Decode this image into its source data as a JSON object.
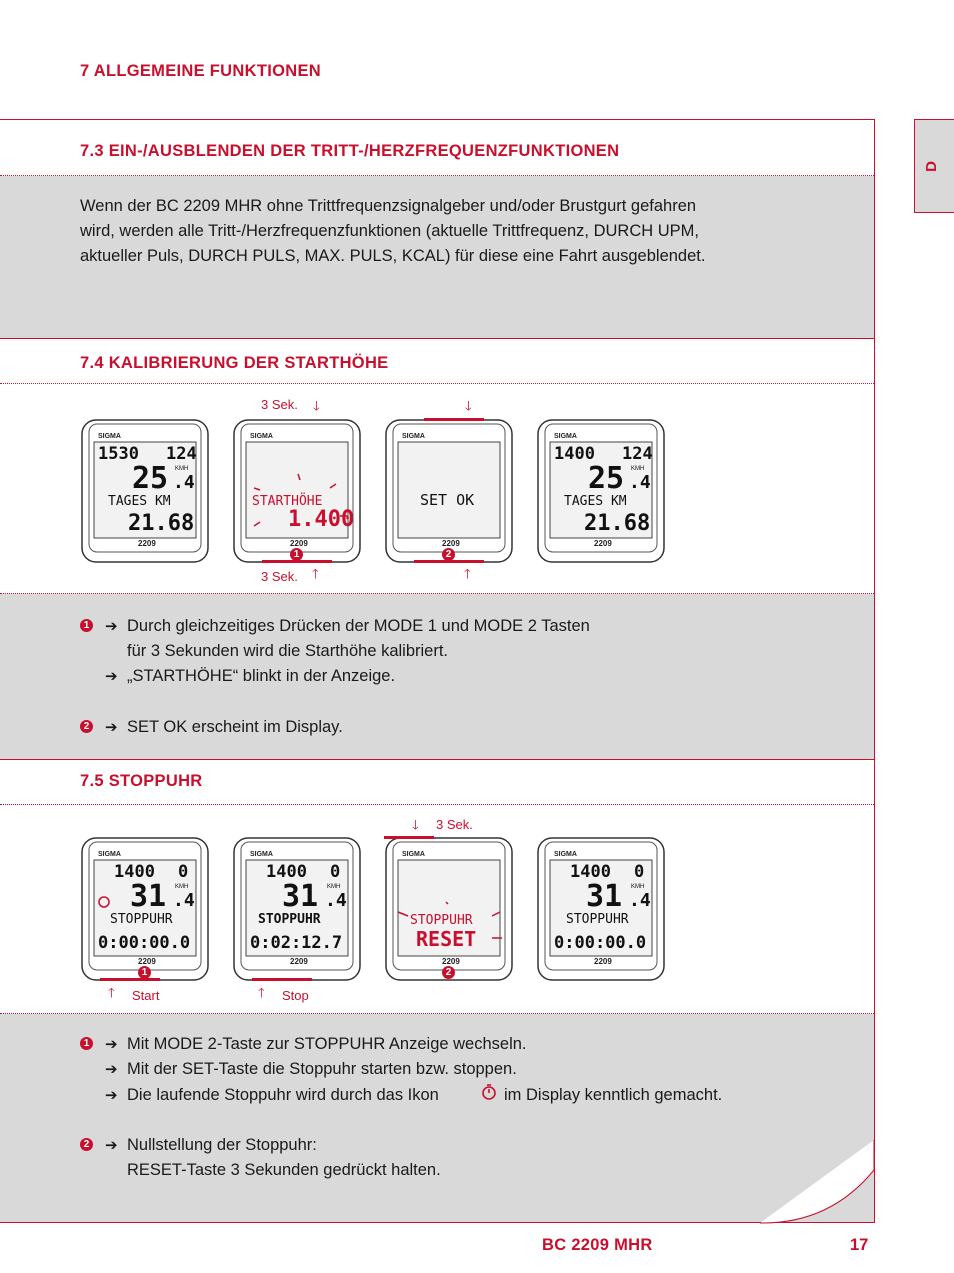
{
  "chapter": "7 ALLGEMEINE FUNKTIONEN",
  "side_tab": "D",
  "s73": {
    "title": "7.3 EIN-/AUSBLENDEN DER TRITT-/HERZFREQUENZFUNKTIONEN",
    "lines": [
      "Wenn der BC 2209 MHR ohne Trittfrequenzsignalgeber und/oder Brustgurt gefahren",
      "wird, werden alle Tritt-/Herzfrequenzfunktionen (aktuelle Trittfrequenz, DURCH UPM,",
      "aktueller Puls, DURCH PULS, MAX. PULS, KCAL) für diese eine Fahrt ausgeblendet."
    ]
  },
  "s74": {
    "title": "7.4 KALIBRIERUNG DER STARTHÖHE",
    "cap_top": "3 Sek.",
    "cap_bottom": "3 Sek.",
    "markers": [
      "1",
      "2"
    ],
    "devices": [
      {
        "brand": "SIGMA",
        "top_left": "1530",
        "top_right": "124",
        "speed": "25",
        "speed_dec": ".4",
        "unit": "KMH",
        "label": "TAGES KM",
        "value": "21.68",
        "model": "2209"
      },
      {
        "brand": "SIGMA",
        "label": "STARTHÖHE",
        "value": "1.400",
        "model": "2209"
      },
      {
        "brand": "SIGMA",
        "label": "SET OK",
        "model": "2209"
      },
      {
        "brand": "SIGMA",
        "top_left": "1400",
        "top_right": "124",
        "speed": "25",
        "speed_dec": ".4",
        "unit": "KMH",
        "label": "TAGES KM",
        "value": "21.68",
        "model": "2209"
      }
    ],
    "steps": {
      "n1": "1",
      "l1": "Durch gleichzeitiges Drücken der MODE 1 und MODE 2 Tasten",
      "l1b": "für 3 Sekunden wird die Starthöhe kalibriert.",
      "l2": "„STARTHÖHE“ blinkt in der Anzeige.",
      "n2": "2",
      "l3": "SET OK erscheint im Display."
    }
  },
  "s75": {
    "title": "7.5 STOPPUHR",
    "cap_top": "3 Sek.",
    "cap_start": "Start",
    "cap_stop": "Stop",
    "markers": [
      "1",
      "2"
    ],
    "devices": [
      {
        "brand": "SIGMA",
        "top_left": "1400",
        "top_right": "0",
        "speed": "31",
        "speed_dec": ".4",
        "unit": "KMH",
        "label": "STOPPUHR",
        "value": "0:00:00.0",
        "model": "2209"
      },
      {
        "brand": "SIGMA",
        "top_left": "1400",
        "top_right": "0",
        "speed": "31",
        "speed_dec": ".4",
        "unit": "KMH",
        "label": "STOPPUHR",
        "value": "0:02:12.7",
        "model": "2209"
      },
      {
        "brand": "SIGMA",
        "label": "STOPPUHR",
        "value": "RESET",
        "model": "2209"
      },
      {
        "brand": "SIGMA",
        "top_left": "1400",
        "top_right": "0",
        "speed": "31",
        "speed_dec": ".4",
        "unit": "KMH",
        "label": "STOPPUHR",
        "value": "0:00:00.0",
        "model": "2209"
      }
    ],
    "steps": {
      "n1": "1",
      "l1": "Mit MODE 2-Taste zur STOPPUHR Anzeige wechseln.",
      "l2": "Mit der SET-Taste die Stoppuhr starten bzw. stoppen.",
      "l3a": "Die laufende Stoppuhr wird durch das Ikon",
      "l3b": "im Display kenntlich gemacht.",
      "n2": "2",
      "l4": "Nullstellung der Stoppuhr:",
      "l4b": "RESET-Taste 3 Sekunden gedrückt halten."
    }
  },
  "footer": {
    "title": "BC 2209 MHR",
    "page": "17"
  },
  "colors": {
    "accent": "#c8102e",
    "panel": "#d9d9d9"
  }
}
